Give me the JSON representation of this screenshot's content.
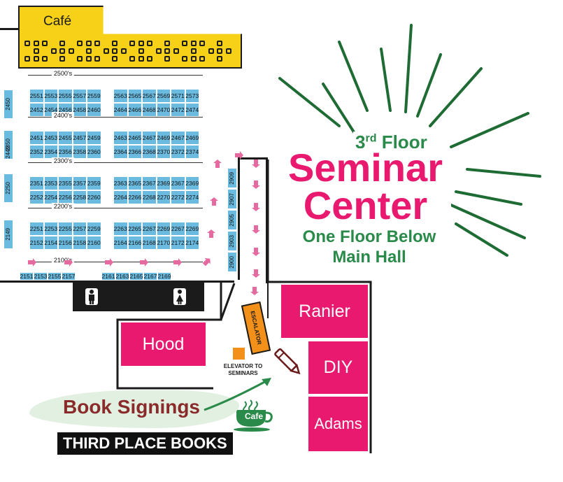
{
  "cafe_top": {
    "label": "Café"
  },
  "rows": [
    {
      "label": "2500's",
      "left_top": [
        "2551",
        "2553",
        "2555",
        "2557",
        "2559"
      ],
      "left_bottom": [
        "2452",
        "2454",
        "2456",
        "2458",
        "2460"
      ],
      "right_top": [
        "2563",
        "2565",
        "2567",
        "2569",
        "2571",
        "2573"
      ],
      "right_bottom": [
        "2464",
        "2466",
        "2468",
        "2470",
        "2472",
        "2474"
      ]
    },
    {
      "label": "2400's",
      "left_top": [
        "2451",
        "2453",
        "2455",
        "2457",
        "2459"
      ],
      "left_bottom": [
        "2352",
        "2354",
        "2356",
        "2358",
        "2360"
      ],
      "right_top": [
        "2463",
        "2465",
        "2467",
        "2469",
        "2467",
        "2469"
      ],
      "right_bottom": [
        "2364",
        "2366",
        "2368",
        "2370",
        "2372",
        "2374"
      ]
    },
    {
      "label": "2300's",
      "left_top": [
        "2351",
        "2353",
        "2355",
        "2357",
        "2359"
      ],
      "left_bottom": [
        "2252",
        "2254",
        "2256",
        "2258",
        "2260"
      ],
      "right_top": [
        "2363",
        "2365",
        "2367",
        "2369",
        "2367",
        "2369"
      ],
      "right_bottom": [
        "2264",
        "2266",
        "2268",
        "2270",
        "2272",
        "2274"
      ]
    },
    {
      "label": "2200's",
      "left_top": [
        "2251",
        "2253",
        "2255",
        "2257",
        "2259"
      ],
      "left_bottom": [
        "2152",
        "2154",
        "2156",
        "2158",
        "2160"
      ],
      "right_top": [
        "2263",
        "2265",
        "2267",
        "2269",
        "2267",
        "2269"
      ],
      "right_bottom": [
        "2164",
        "2166",
        "2168",
        "2170",
        "2172",
        "2174"
      ]
    }
  ],
  "bottom_row": {
    "label": "2100's",
    "left": [
      "2151",
      "2153",
      "2155",
      "2157"
    ],
    "right": [
      "2161",
      "2163",
      "2165",
      "2167",
      "2169"
    ]
  },
  "left_edge": [
    "2450",
    "2350",
    "2449",
    "2250",
    "2149"
  ],
  "right_column": [
    "2909",
    "2907",
    "2905",
    "2903",
    "2900"
  ],
  "escalator": "ESCALATOR",
  "elevator": "ELEVATOR TO SEMINARS",
  "rooms": {
    "ranier": "Ranier",
    "hood": "Hood",
    "diy": "DIY",
    "adams": "Adams"
  },
  "small_cafe": "Cafe",
  "headline": {
    "floor_num": "3",
    "floor_sup": "rd",
    "floor_word": "Floor",
    "title_line1": "Seminar",
    "title_line2": "Center",
    "sub_line1": "One Floor Below",
    "sub_line2": "Main Hall"
  },
  "book_signings": "Book Signings",
  "third_place": "THIRD PLACE BOOKS",
  "colors": {
    "booth": "#6bbbe0",
    "pink": "#e8196e",
    "green": "#2a8a4a",
    "yellow": "#f7d117",
    "brown": "#8a2b2b",
    "arrow": "#e46aa0"
  },
  "icons": [
    "mens-restroom-icon",
    "womens-restroom-icon",
    "pen-icon",
    "coffee-cup-icon",
    "burst-rays-icon"
  ]
}
